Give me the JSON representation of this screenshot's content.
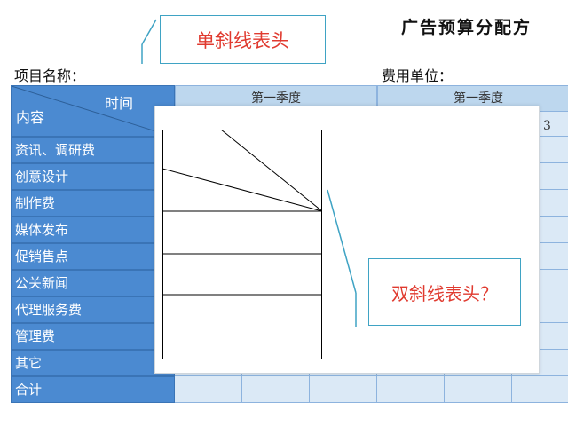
{
  "callouts": {
    "single": "单斜线表头",
    "double": "双斜线表头？"
  },
  "document": {
    "title": "广告预算分配方",
    "project_label": "项目名称：",
    "unit_label": "费用单位："
  },
  "table": {
    "header": {
      "time": "时间",
      "content": "内容"
    },
    "quarters": [
      "第一季度",
      "第一季度"
    ],
    "sub_header_visible": "3",
    "rows": [
      "资讯、调研费",
      "创意设计",
      "制作费",
      "媒体发布",
      "促销售点",
      "公关新闻",
      "代理服务费",
      "管理费",
      "其它",
      "合计"
    ]
  },
  "colors": {
    "accent_blue": "#4b8ad1",
    "light_blue": "#bdd7ee",
    "pale_blue": "#dbe9f6",
    "callout_border": "#3fa3c4",
    "callout_text": "#e03a2f"
  }
}
